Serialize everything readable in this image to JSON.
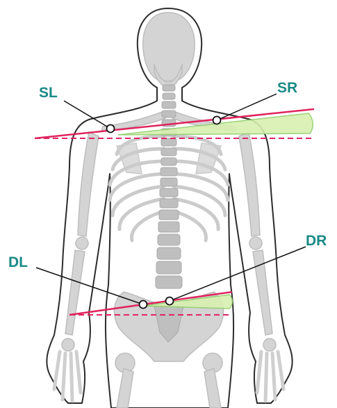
{
  "labels": {
    "shoulder_left": "SL",
    "shoulder_right": "SR",
    "pelvis_left": "DL",
    "pelvis_right": "DR"
  },
  "colors": {
    "label": "#1a8a86",
    "tilt_line": "#e0245e",
    "reference_line": "#e0245e",
    "wedge_fill": "#d8f0b0",
    "wedge_stroke": "#8fcf6a",
    "skeleton_fill": "#d4d4d4",
    "skeleton_stroke": "#bdbdbd",
    "outline": "#2b2b2b",
    "leader_line": "#111111",
    "marker_fill": "#ffffff"
  },
  "icons": {
    "body": "human-body-outline",
    "skeleton": "skeleton-front-view",
    "marker": "circle-marker"
  }
}
